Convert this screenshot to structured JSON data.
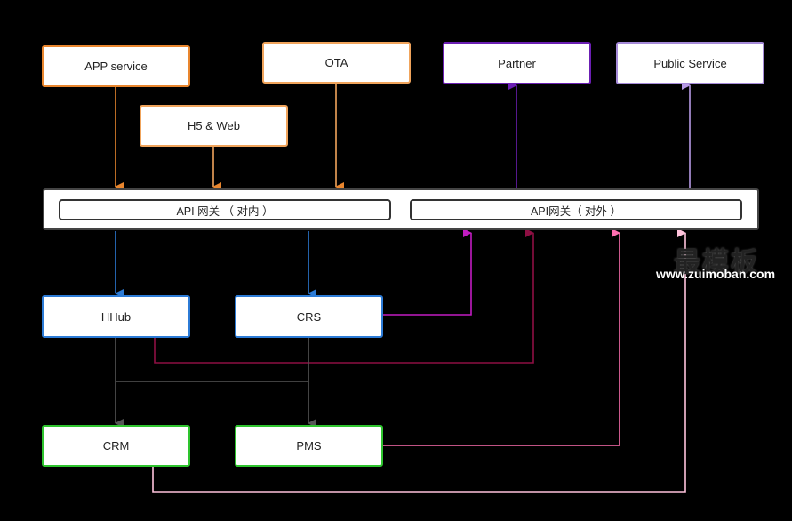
{
  "nodes": {
    "app_service": "APP service",
    "h5_web": "H5  & Web",
    "ota": "OTA",
    "partner": "Partner",
    "public_service": "Public Service",
    "api_internal": "API 网关 （ 对内 ）",
    "api_external": "API网关（ 对外 ）",
    "hhub": "HHub",
    "crs": "CRS",
    "crm": "CRM",
    "pms": "PMS"
  },
  "watermark": {
    "chinese": "最模板",
    "url": "www.zuimoban.com"
  },
  "colors": {
    "background": "#000000",
    "orange": "#e9862e",
    "purple": "#6b1fb3",
    "light_purple": "#a58ad8",
    "blue": "#2c7bd6",
    "green": "#2ec42e",
    "magenta": "#c21cc2",
    "maroon": "#8e0f43",
    "pink": "#ff6fb0",
    "light_pink": "#ffc3dc",
    "gray": "#666666"
  },
  "edges": [
    {
      "from": "APP service",
      "to": "API 网关 （ 对内 ）"
    },
    {
      "from": "H5  & Web",
      "to": "API 网关 （ 对内 ）"
    },
    {
      "from": "OTA",
      "to": "API 网关 （ 对内 ）"
    },
    {
      "from": "API网关（ 对外 ）",
      "to": "Partner"
    },
    {
      "from": "API网关（ 对外 ）",
      "to": "Public Service"
    },
    {
      "from": "API 网关 （ 对内 ）",
      "to": "HHub"
    },
    {
      "from": "API 网关 （ 对内 ）",
      "to": "CRS"
    },
    {
      "from": "CRS",
      "to": "API网关（ 对外 ）"
    },
    {
      "from": "HHub",
      "to": "API网关（ 对外 ）"
    },
    {
      "from": "PMS",
      "to": "API网关（ 对外 ）"
    },
    {
      "from": "CRM",
      "to": "API网关（ 对外 ）"
    },
    {
      "from": "HHub",
      "to": "CRM"
    },
    {
      "from": "HHub",
      "to": "PMS"
    },
    {
      "from": "CRS",
      "to": "CRM"
    },
    {
      "from": "CRS",
      "to": "PMS"
    }
  ]
}
